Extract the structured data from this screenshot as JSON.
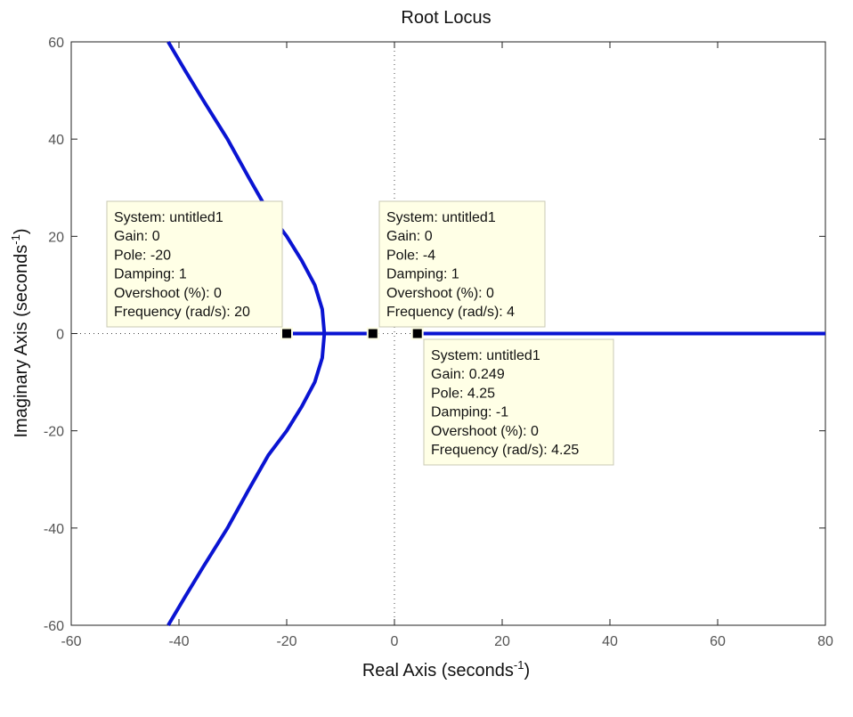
{
  "chart_data": {
    "type": "line",
    "title": "Root Locus",
    "xlabel": "Real Axis (seconds",
    "ylabel": "Imaginary Axis (seconds",
    "label_exponent": "-1",
    "label_close": ")",
    "xlim": [
      -60,
      80
    ],
    "ylim": [
      -60,
      60
    ],
    "xticks": [
      -60,
      -40,
      -20,
      0,
      20,
      40,
      60,
      80
    ],
    "yticks": [
      -60,
      -40,
      -20,
      0,
      20,
      40,
      60
    ],
    "grid": false,
    "colors": {
      "locus": "#0a14d2",
      "tooltip_fill": "#ffffe6",
      "tooltip_border": "#c8c8b4",
      "marker": "#000000"
    },
    "series": [
      {
        "points": [
          [
            -20,
            0
          ],
          [
            -13,
            0
          ]
        ]
      },
      {
        "points": [
          [
            -4,
            0
          ],
          [
            -13,
            0
          ]
        ]
      },
      {
        "points": [
          [
            -13,
            0
          ],
          [
            -13.4,
            5
          ],
          [
            -14.8,
            10
          ],
          [
            -17.2,
            15
          ],
          [
            -20.0,
            20
          ],
          [
            -23.4,
            25
          ],
          [
            -27.0,
            32
          ],
          [
            -31.0,
            40
          ],
          [
            -35.5,
            48
          ],
          [
            -38.8,
            54
          ],
          [
            -42.0,
            60
          ]
        ]
      },
      {
        "points": [
          [
            -13,
            0
          ],
          [
            -13.4,
            -5
          ],
          [
            -14.8,
            -10
          ],
          [
            -17.2,
            -15
          ],
          [
            -20.0,
            -20
          ],
          [
            -23.4,
            -25
          ],
          [
            -27.0,
            -32
          ],
          [
            -31.0,
            -40
          ],
          [
            -35.5,
            -48
          ],
          [
            -38.8,
            -54
          ],
          [
            -42.0,
            -60
          ]
        ]
      },
      {
        "points": [
          [
            4.25,
            0
          ],
          [
            80,
            0
          ]
        ]
      }
    ],
    "markers": [
      [
        -20,
        0
      ],
      [
        -4,
        0
      ],
      [
        4.25,
        0
      ]
    ],
    "datatips": [
      {
        "lines": [
          "System: untitled1",
          "Gain: 0",
          "Pole: -20",
          "Damping: 1",
          "Overshoot (%): 0",
          "Frequency (rad/s): 20"
        ]
      },
      {
        "lines": [
          "System: untitled1",
          "Gain: 0",
          "Pole: -4",
          "Damping: 1",
          "Overshoot (%): 0",
          "Frequency (rad/s): 4"
        ]
      },
      {
        "lines": [
          "System: untitled1",
          "Gain: 0.249",
          "Pole: 4.25",
          "Damping: -1",
          "Overshoot (%): 0",
          "Frequency (rad/s): 4.25"
        ]
      }
    ]
  }
}
